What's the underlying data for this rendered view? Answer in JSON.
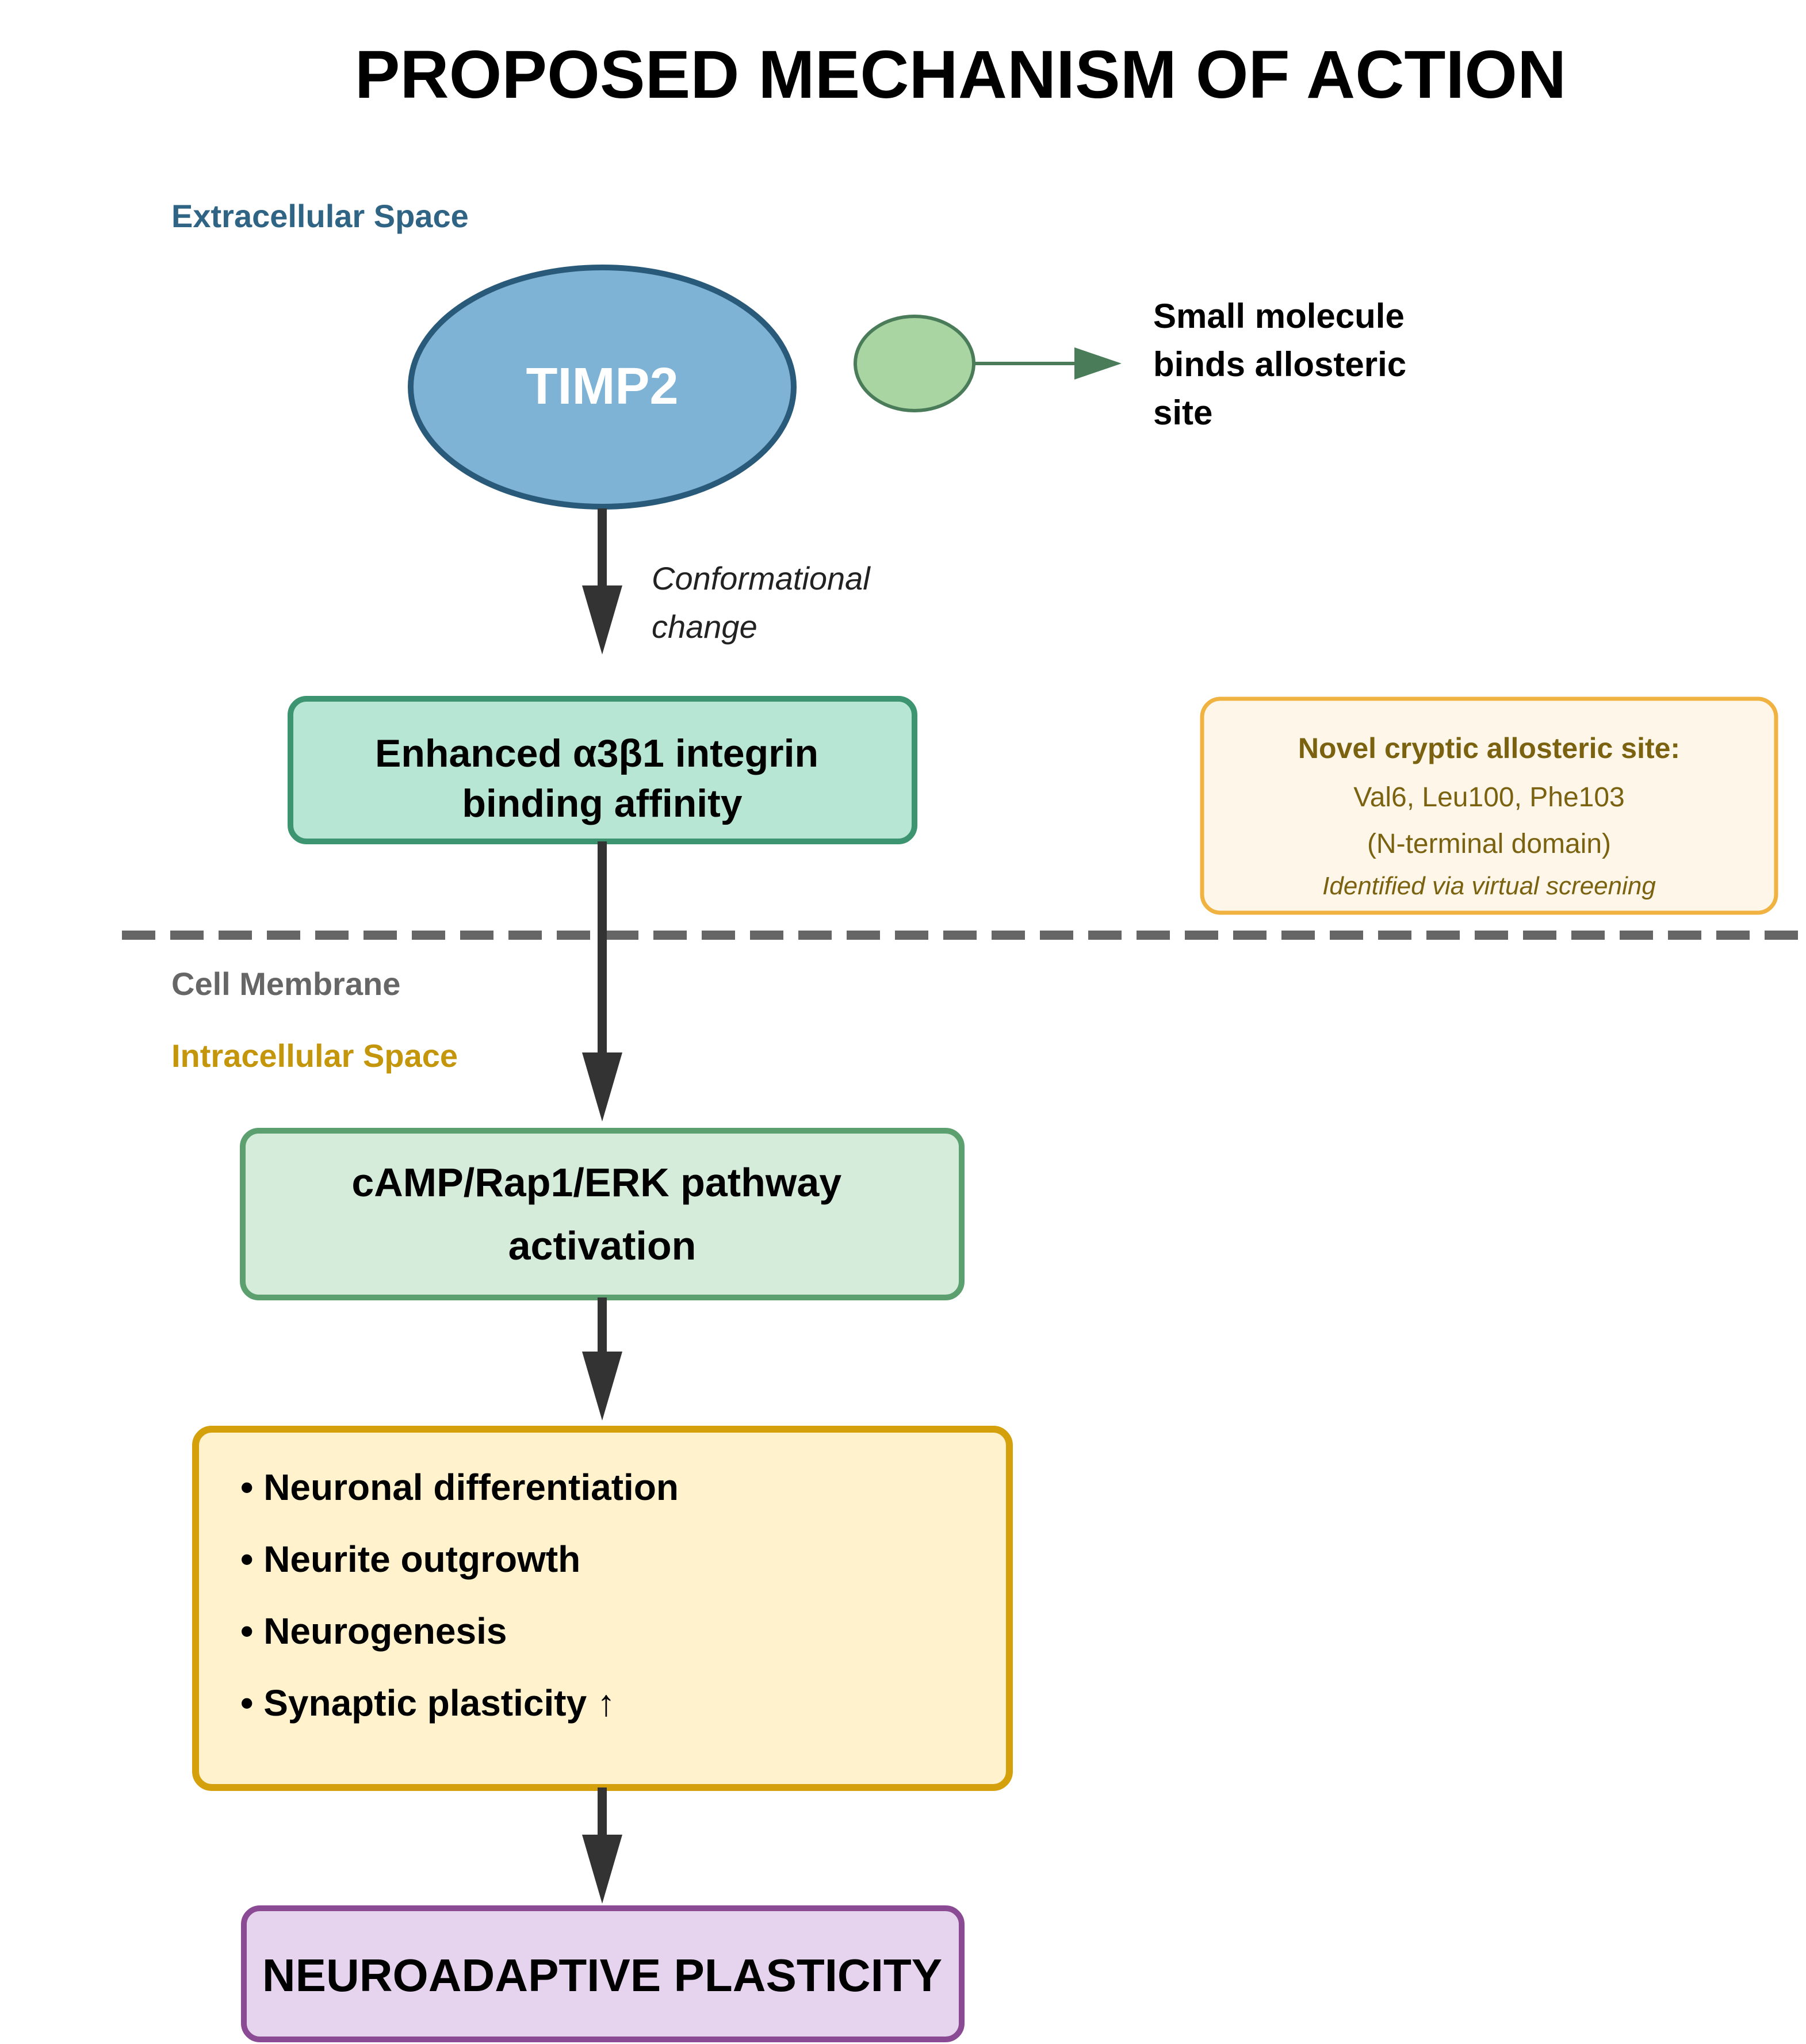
{
  "title": "PROPOSED MECHANISM OF ACTION",
  "regions": {
    "extracellular": "Extracellular Space",
    "membrane": "Cell Membrane",
    "intracellular": "Intracellular Space"
  },
  "timp2": {
    "label": "TIMP2"
  },
  "small_molecule": {
    "lines": [
      "Small molecule",
      "binds allosteric",
      "site"
    ]
  },
  "conformational": {
    "lines": [
      "Conformational",
      "change"
    ]
  },
  "integrin_box": {
    "lines": [
      "Enhanced α3β1 integrin",
      "binding affinity"
    ]
  },
  "site_box": {
    "title": "Novel cryptic allosteric site:",
    "residues": "Val6, Leu100, Phe103",
    "domain": "(N-terminal domain)",
    "method": "Identified via virtual screening"
  },
  "pathway_box": {
    "lines": [
      "cAMP/Rap1/ERK pathway",
      "activation"
    ]
  },
  "effects_box": {
    "items": [
      "• Neuronal differentiation",
      "• Neurite outgrowth",
      "• Neurogenesis",
      "• Synaptic plasticity ↑"
    ]
  },
  "outcome_box": {
    "label": "NEUROADAPTIVE PLASTICITY"
  },
  "colors": {
    "timp2_fill": "#7fb3d6",
    "timp2_stroke": "#2a5a7a",
    "ligand_fill": "#a8d5a2",
    "ligand_stroke": "#4a7c59",
    "integrin_fill": "#b8e6d4",
    "integrin_stroke": "#3d9470",
    "site_fill": "#fef6e8",
    "site_stroke": "#f0b240",
    "site_text": "#7a6210",
    "pathway_fill": "#d4ecd9",
    "pathway_stroke": "#5ca070",
    "effects_fill": "#fff2cc",
    "effects_stroke": "#d4a00c",
    "outcome_fill": "#e6d4ee",
    "outcome_stroke": "#8a4a94",
    "arrow": "#333333",
    "membrane": "#666666",
    "extracellular_label": "#2f6484",
    "intracellular_label": "#c4960c"
  }
}
